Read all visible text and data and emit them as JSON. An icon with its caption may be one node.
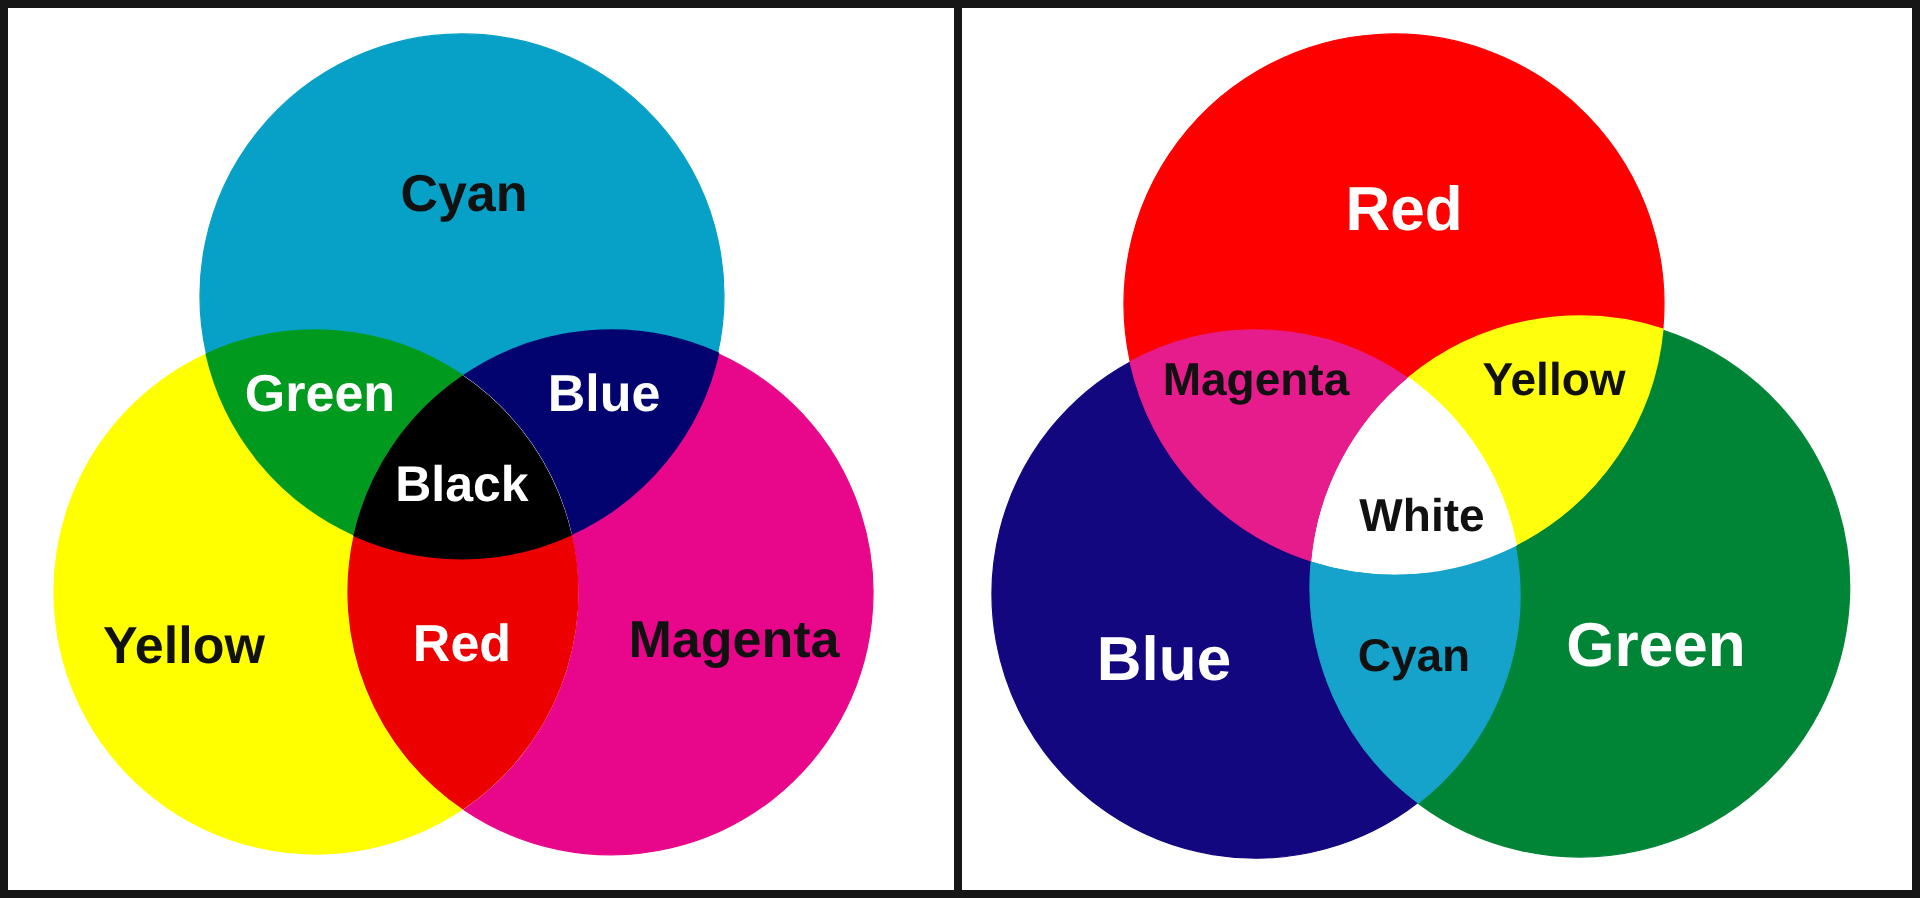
{
  "diagram": {
    "nodes": [
      {
        "text": [
          "Cyan"
        ]
      },
      {
        "text": [
          "Green"
        ]
      },
      {
        "text": [
          "Blue"
        ]
      },
      {
        "text": [
          "Black"
        ]
      },
      {
        "text": [
          "Yellow"
        ]
      },
      {
        "text": [
          "Red"
        ]
      },
      {
        "text": [
          "Magenta"
        ]
      },
      {
        "text": [
          "Red"
        ]
      },
      {
        "text": [
          "Magenta"
        ]
      },
      {
        "text": [
          "Yellow"
        ]
      },
      {
        "text": [
          "White"
        ]
      },
      {
        "text": [
          "Blue"
        ]
      },
      {
        "text": [
          "Cyan"
        ]
      },
      {
        "text": [
          "Green"
        ]
      }
    ]
  }
}
